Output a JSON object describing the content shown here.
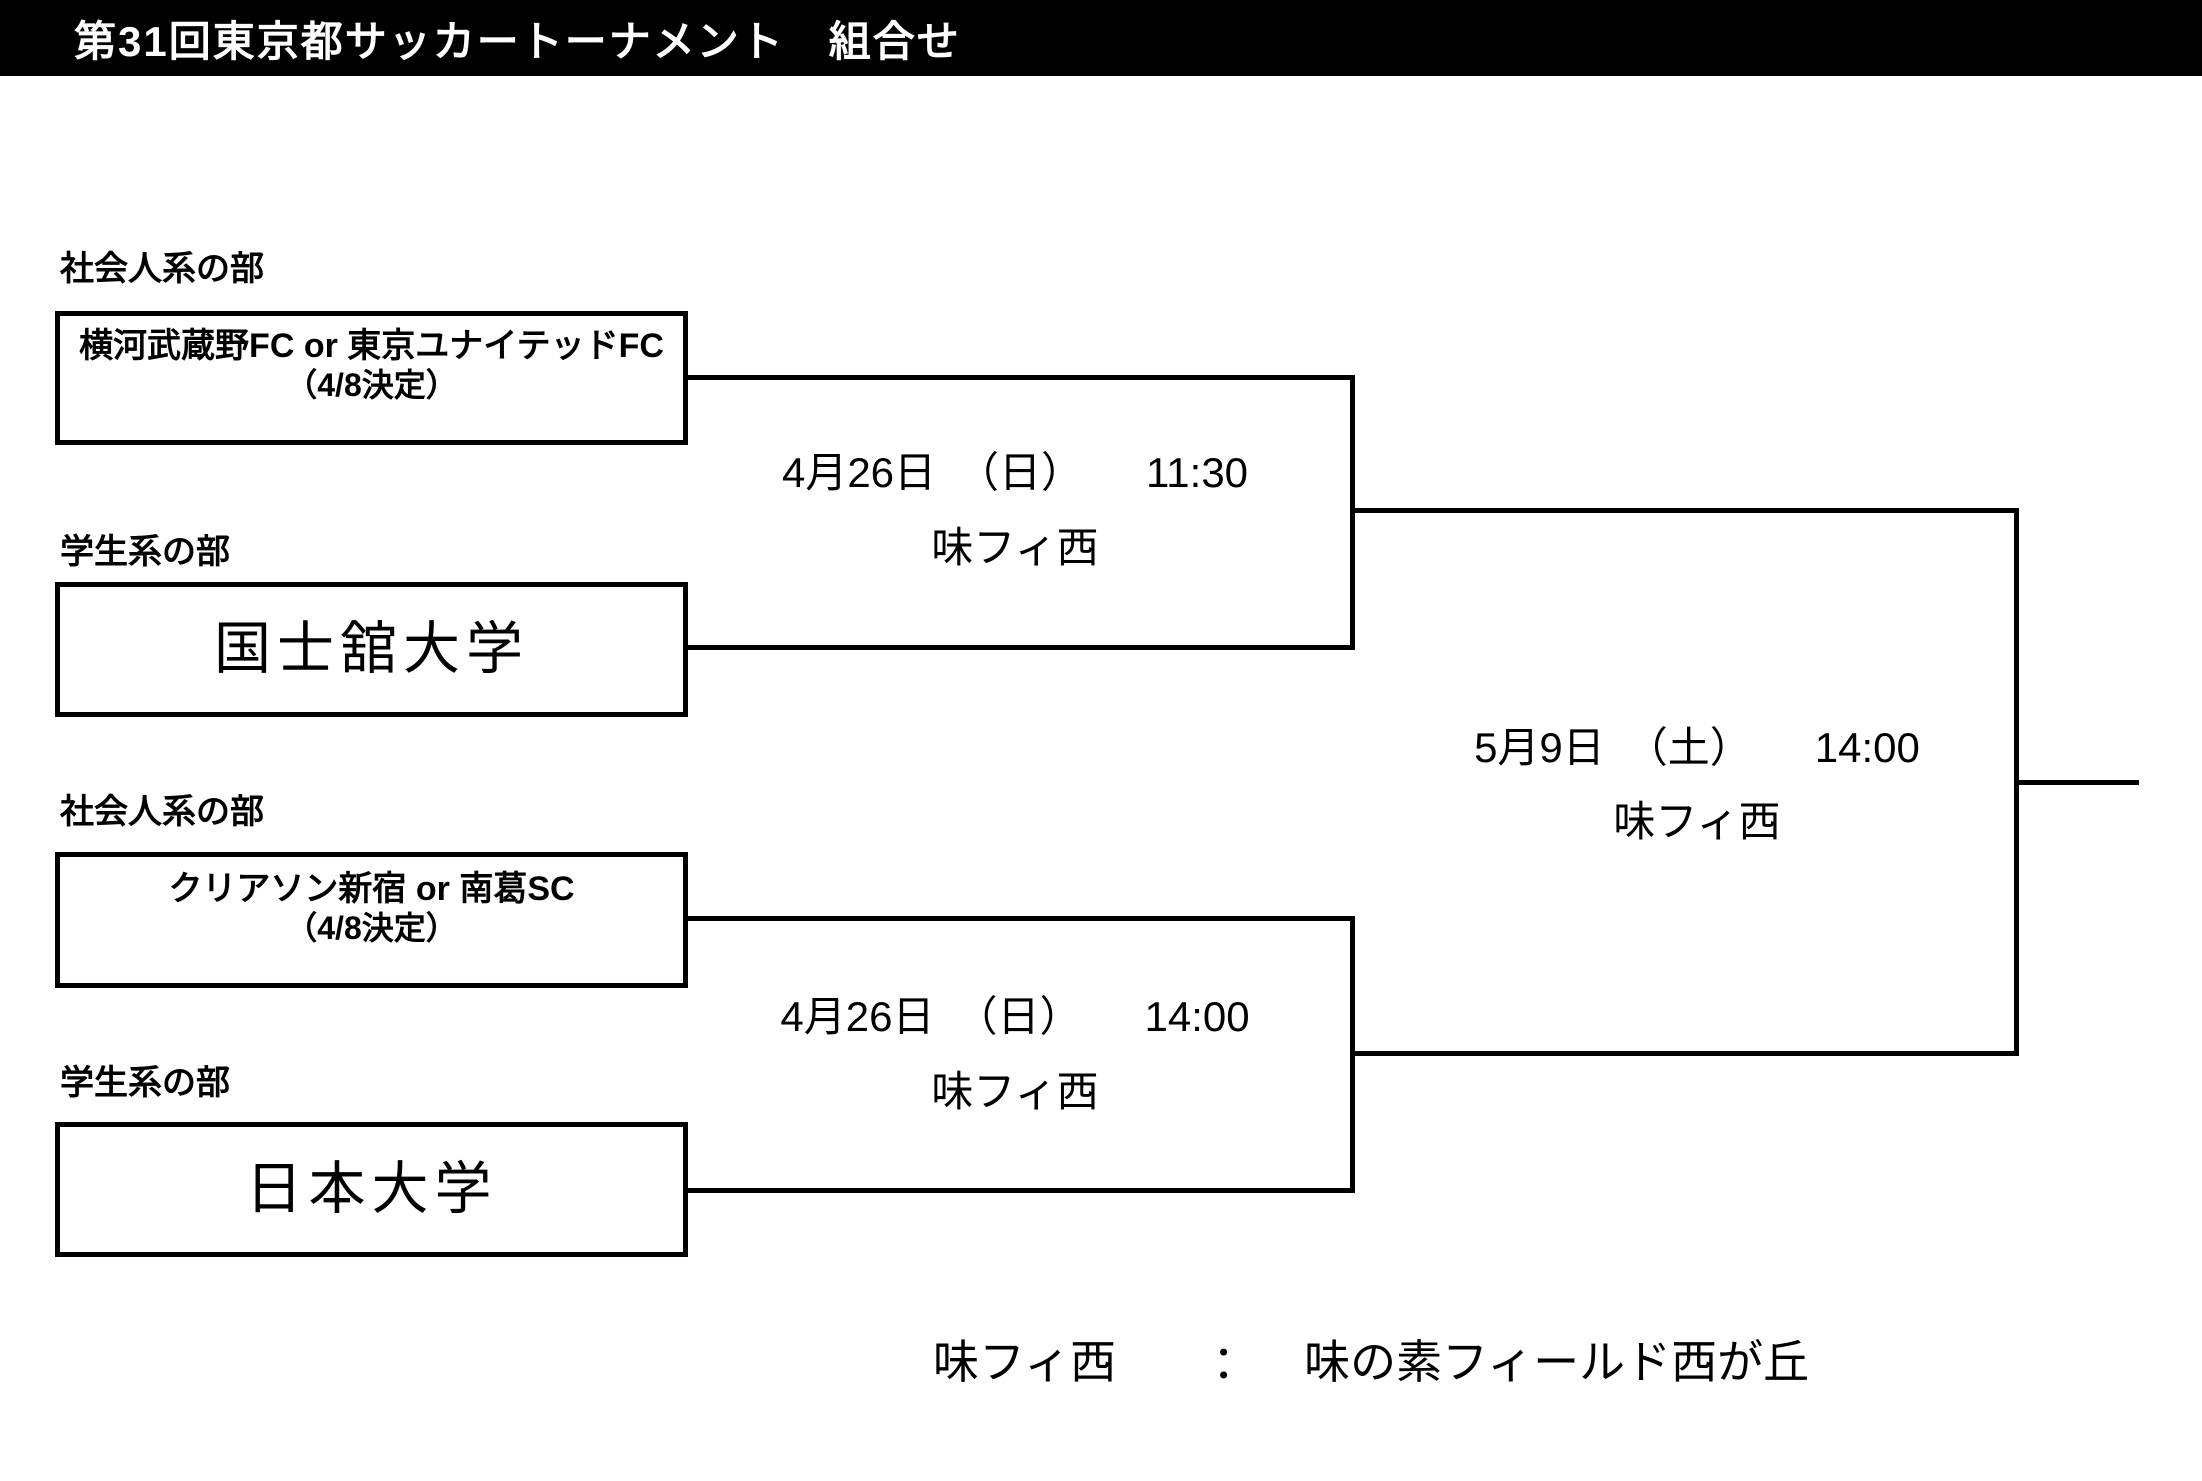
{
  "header": {
    "title": "第31回東京都サッカートーナメント　組合せ"
  },
  "bracket": {
    "slots": [
      {
        "division": "社会人系の部",
        "team": "横河武蔵野FC or 東京ユナイテッドFC",
        "note": "（4/8決定）"
      },
      {
        "division": "学生系の部",
        "team": "国士舘大学",
        "note": ""
      },
      {
        "division": "社会人系の部",
        "team": "クリアソン新宿 or 南葛SC",
        "note": "（4/8決定）"
      },
      {
        "division": "学生系の部",
        "team": "日本大学",
        "note": ""
      }
    ],
    "matches": [
      {
        "round": "semifinal-1",
        "datetime": "4月26日　（日）　　11:30",
        "venue": "味フィ西"
      },
      {
        "round": "semifinal-2",
        "datetime": "4月26日　（日）　　14:00",
        "venue": "味フィ西"
      },
      {
        "round": "final",
        "datetime": "5月9日　（土）　　14:00",
        "venue": "味フィ西"
      }
    ]
  },
  "footer": {
    "abbreviation": "味フィ西",
    "separator": "：",
    "full_name": "味の素フィールド西が丘"
  },
  "colors": {
    "background": "#ffffff",
    "header_bg": "#000000",
    "line": "#000000",
    "text": "#000000"
  }
}
